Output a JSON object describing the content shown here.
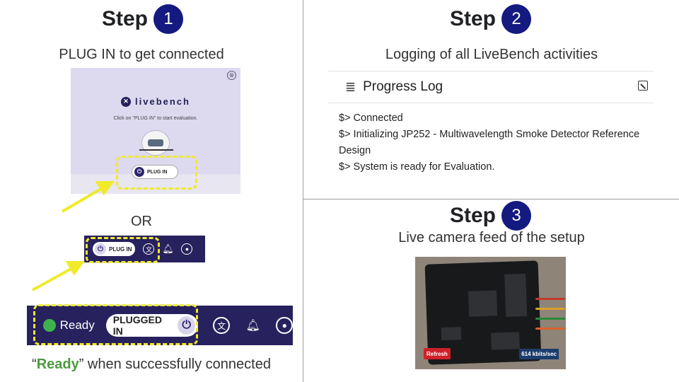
{
  "step_word": "Step",
  "step1": {
    "number": "1",
    "subtitle": "PLUG IN to get connected",
    "dialog": {
      "close_icon": "⊗",
      "logo_text": "livebench",
      "hint": "Click on \"PLUG IN\" to start evaluation.",
      "plug_in_label": "PLUG IN"
    },
    "or_label": "OR",
    "toolbar_small": {
      "plug_in_label": "PLUG IN"
    },
    "toolbar_big": {
      "status": "Ready",
      "plugged_in_label": "PLUGGED IN"
    },
    "caption_open": "“",
    "caption_ready": "Ready",
    "caption_rest": "” when successfully connected",
    "highlight_color": "#f0ea2a",
    "ready_color": "#3fb14c"
  },
  "step2": {
    "number": "2",
    "subtitle": "Logging of all LiveBench activities",
    "log_title": "Progress Log",
    "log_lines": [
      "$> Connected",
      "$> Initializing JP252 - Multiwavelength Smoke Detector Reference",
      "Design",
      "$> System is ready for Evaluation."
    ]
  },
  "step3": {
    "number": "3",
    "subtitle": "Live camera feed of the setup",
    "refresh_label": "Refresh",
    "bitrate": "614 kbits/sec"
  },
  "icons": {
    "menu": "menu-icon",
    "expand": "expand-icon",
    "plug": "plug-icon",
    "translate": "translate-icon",
    "bell": "bell-icon",
    "account": "account-icon"
  }
}
